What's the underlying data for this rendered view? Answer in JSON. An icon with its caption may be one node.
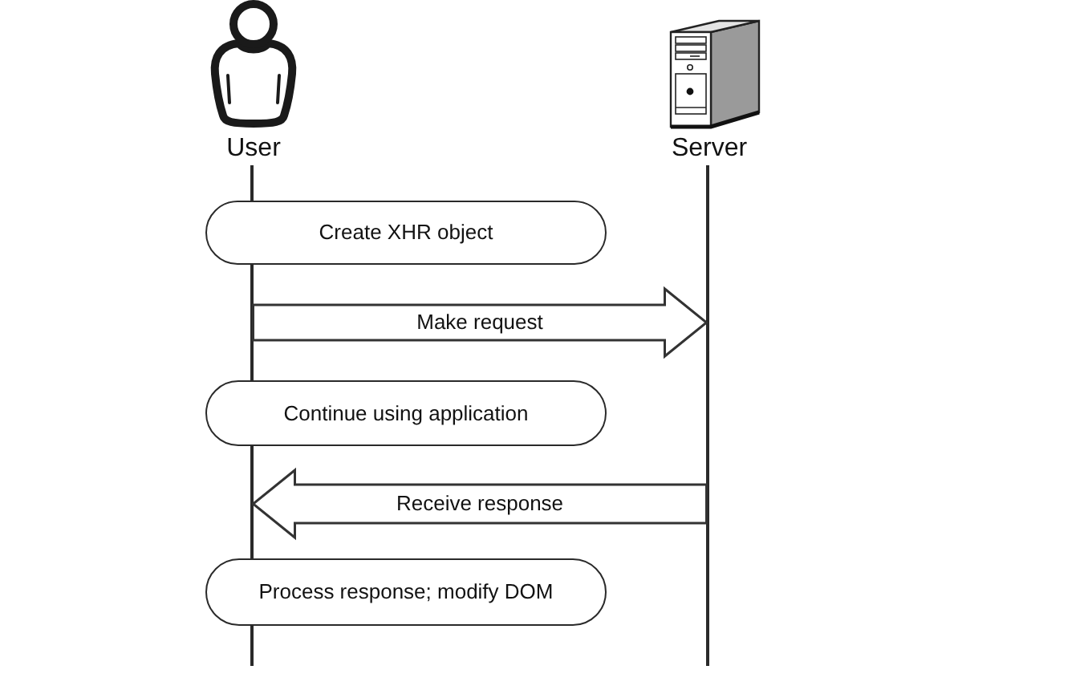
{
  "diagram": {
    "nodes": [
      {
        "text": [
          "User"
        ]
      },
      {
        "text": [
          "Server"
        ]
      },
      {
        "text": [],
        "shape": "line"
      },
      {
        "text": [],
        "shape": "line"
      },
      {
        "text": [
          "Create XHR object"
        ]
      },
      {
        "text": [
          "Continue using application"
        ]
      },
      {
        "text": [
          "Process response; modify DOM"
        ]
      }
    ],
    "edges": [
      {
        "from": 2,
        "to": 3,
        "arrow": "to",
        "label": "Make request"
      },
      {
        "from": 3,
        "to": 2,
        "arrow": "to",
        "label": "Receive response"
      }
    ]
  }
}
